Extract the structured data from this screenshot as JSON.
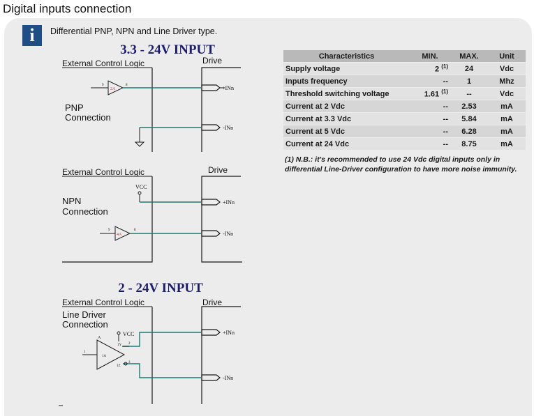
{
  "section_title": "Digital inputs connection",
  "info": {
    "icon": "info-icon",
    "icon_glyph": "i",
    "text": "Differential PNP, NPN and Line Driver type."
  },
  "diagrams": {
    "heading_33_24": "3.3 - 24V INPUT",
    "heading_2_24": "2 - 24V INPUT",
    "ext_logic": "External Control Logic",
    "drive": "Drive",
    "pnp_line1": "PNP",
    "pnp_line2": "Connection",
    "npn_line1": "NPN",
    "npn_line2": "Connection",
    "ld_line1": "Line Driver",
    "ld_line2": "Connection",
    "in_pos": "+INn",
    "in_neg": "-INn",
    "vcc": "VCC",
    "pin9": "9",
    "pin8": "8",
    "gate_label": "2A",
    "gate_label_npn": "4A",
    "ld_a": "A",
    "ld_1a": "1A",
    "ld_1y": "1Y",
    "ld_1z": "1Z",
    "ld_pin1": "1",
    "ld_pin2": "2",
    "ld_pin3": "3"
  },
  "table": {
    "headers": [
      "Characteristics",
      "MIN.",
      "MAX.",
      "Unit"
    ],
    "rows": [
      {
        "name": "Supply voltage",
        "min": "2",
        "min_note": "(1)",
        "max": "24",
        "unit": "Vdc"
      },
      {
        "name": "Inputs frequency",
        "min": "--",
        "min_note": "",
        "max": "1",
        "unit": "Mhz"
      },
      {
        "name": "Threshold switching voltage",
        "min": "1.61",
        "min_note": "(1)",
        "max": "--",
        "unit": "Vdc"
      },
      {
        "name": "Current at 2 Vdc",
        "min": "--",
        "min_note": "",
        "max": "2.53",
        "unit": "mA"
      },
      {
        "name": "Current at 3.3 Vdc",
        "min": "--",
        "min_note": "",
        "max": "5.84",
        "unit": "mA"
      },
      {
        "name": "Current at 5 Vdc",
        "min": "--",
        "min_note": "",
        "max": "6.28",
        "unit": "mA"
      },
      {
        "name": "Current at 24 Vdc",
        "min": "--",
        "min_note": "",
        "max": "8.75",
        "unit": "mA"
      }
    ],
    "note": "(1) N.B.: it's recommended to use 24 Vdc digital inputs only in differential Line-Driver configuration to have more noise immunity."
  },
  "colors": {
    "wire": "#1f7a74",
    "heading": "#1c1c6e",
    "line": "#1a1a1a",
    "accent": "#1f4e86"
  }
}
